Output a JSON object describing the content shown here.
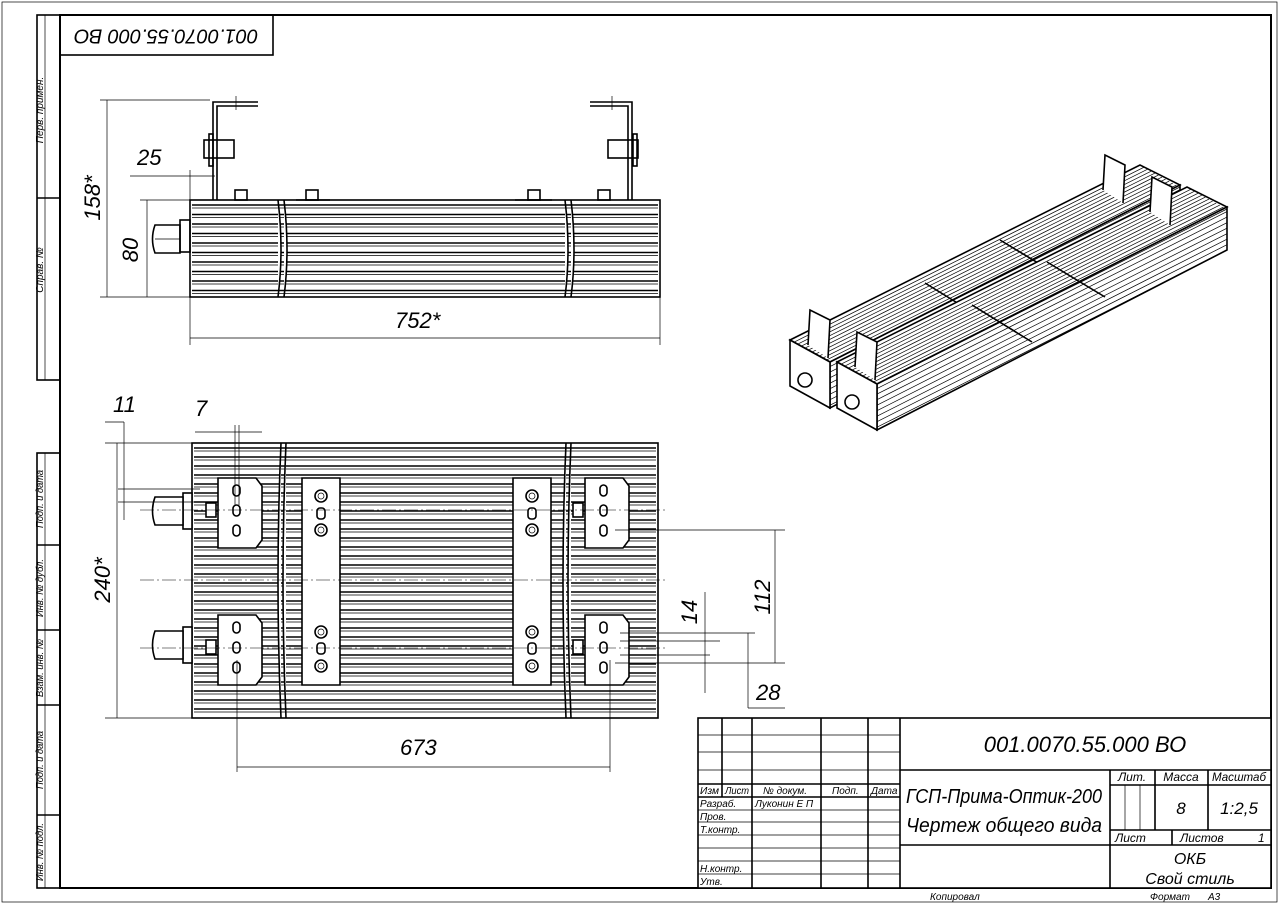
{
  "document_code": "001.0070.55.000 ВО",
  "document_code_rotated": "001.0070.55.000 ВО",
  "side_stamps": {
    "top": [
      "Перв. примен.",
      "Справ. №"
    ],
    "bottom": [
      "Подп. и дата",
      "Инв. № дубл.",
      "Взам. инв. №",
      "Подп. и дата",
      "Инв. № подл."
    ]
  },
  "dimensions": {
    "front_view": {
      "height_total": "158*",
      "height_body": "80",
      "offset": "25",
      "length": "752*"
    },
    "plan_view": {
      "width": "240*",
      "d11": "11",
      "d7": "7",
      "d673": "673",
      "d112": "112",
      "d14": "14",
      "d28": "28"
    }
  },
  "title_block": {
    "code": "001.0070.55.000 ВО",
    "name_line1": "ГСП-Прима-Оптик-200",
    "name_line2": "Чертеж общего вида",
    "headers": {
      "izm": "Изм",
      "list": "Лист",
      "doc": "№ докум.",
      "sign": "Подп.",
      "date": "Дата"
    },
    "roles": {
      "razrab": "Разраб.",
      "prov": "Пров.",
      "tkontr": "Т.контр.",
      "nkontr": "Н.контр.",
      "utv": "Утв."
    },
    "developer": "Луконин Е П",
    "lit_label": "Лит.",
    "mass_label": "Масса",
    "scale_label": "Масштаб",
    "mass": "8",
    "scale": "1:2,5",
    "sheet_label": "Лист",
    "sheets_label": "Листов",
    "sheets": "1",
    "org_line1": "ОКБ",
    "org_line2": "Свой стиль",
    "copied": "Копировал",
    "format_label": "Формат",
    "format": "А3"
  }
}
